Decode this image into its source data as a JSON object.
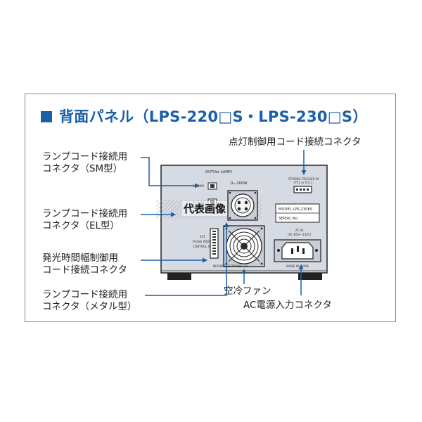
{
  "title": "背面パネル（LPS-220□S・LPS-230□S）",
  "callouts": {
    "lamp_cord_sm_line1": "ランプコード接続用",
    "lamp_cord_sm_line2": "コネクタ（SM型）",
    "lamp_cord_el_line1": "ランプコード接続用",
    "lamp_cord_el_line2": "コネクタ（EL型）",
    "pulse_width_line1": "発光時間幅制御用",
    "pulse_width_line2": "コード接続コネクタ",
    "lamp_cord_metal_line1": "ランプコード接続用",
    "lamp_cord_metal_line2": "コネクタ（メタル型）",
    "lighting_control": "点灯制御用コード接続コネクタ",
    "cooling_fan": "空冷ファン",
    "ac_power": "AC電源入力コネクタ"
  },
  "panel": {
    "out_label": "OUT(for LAMP)",
    "range_50w": "0―50W",
    "range_300w": "0―300W",
    "range_20w": "0―20W",
    "strobo_label": "STROBO TRIGGER IN",
    "strobo_sub": "(TTL or O.C.)",
    "model_label": "MODEL  LPS-230KS",
    "serial_label": "SERIAL No.",
    "ext_label1": "EXT.",
    "ext_label2": "PULSE WIDTH",
    "ext_label3": "CONTROL IN",
    "ac_label1": "AC IN",
    "ac_label2": "(AC 85V〜132V)",
    "maker": "NISSIN ELECTRONIC CO.",
    "made_in": "MADE IN JAPAN"
  },
  "watermark": "代表画像",
  "colors": {
    "accent": "#1a5fa8",
    "panel": "#d6dae2",
    "frame": "#8a8a8a"
  }
}
